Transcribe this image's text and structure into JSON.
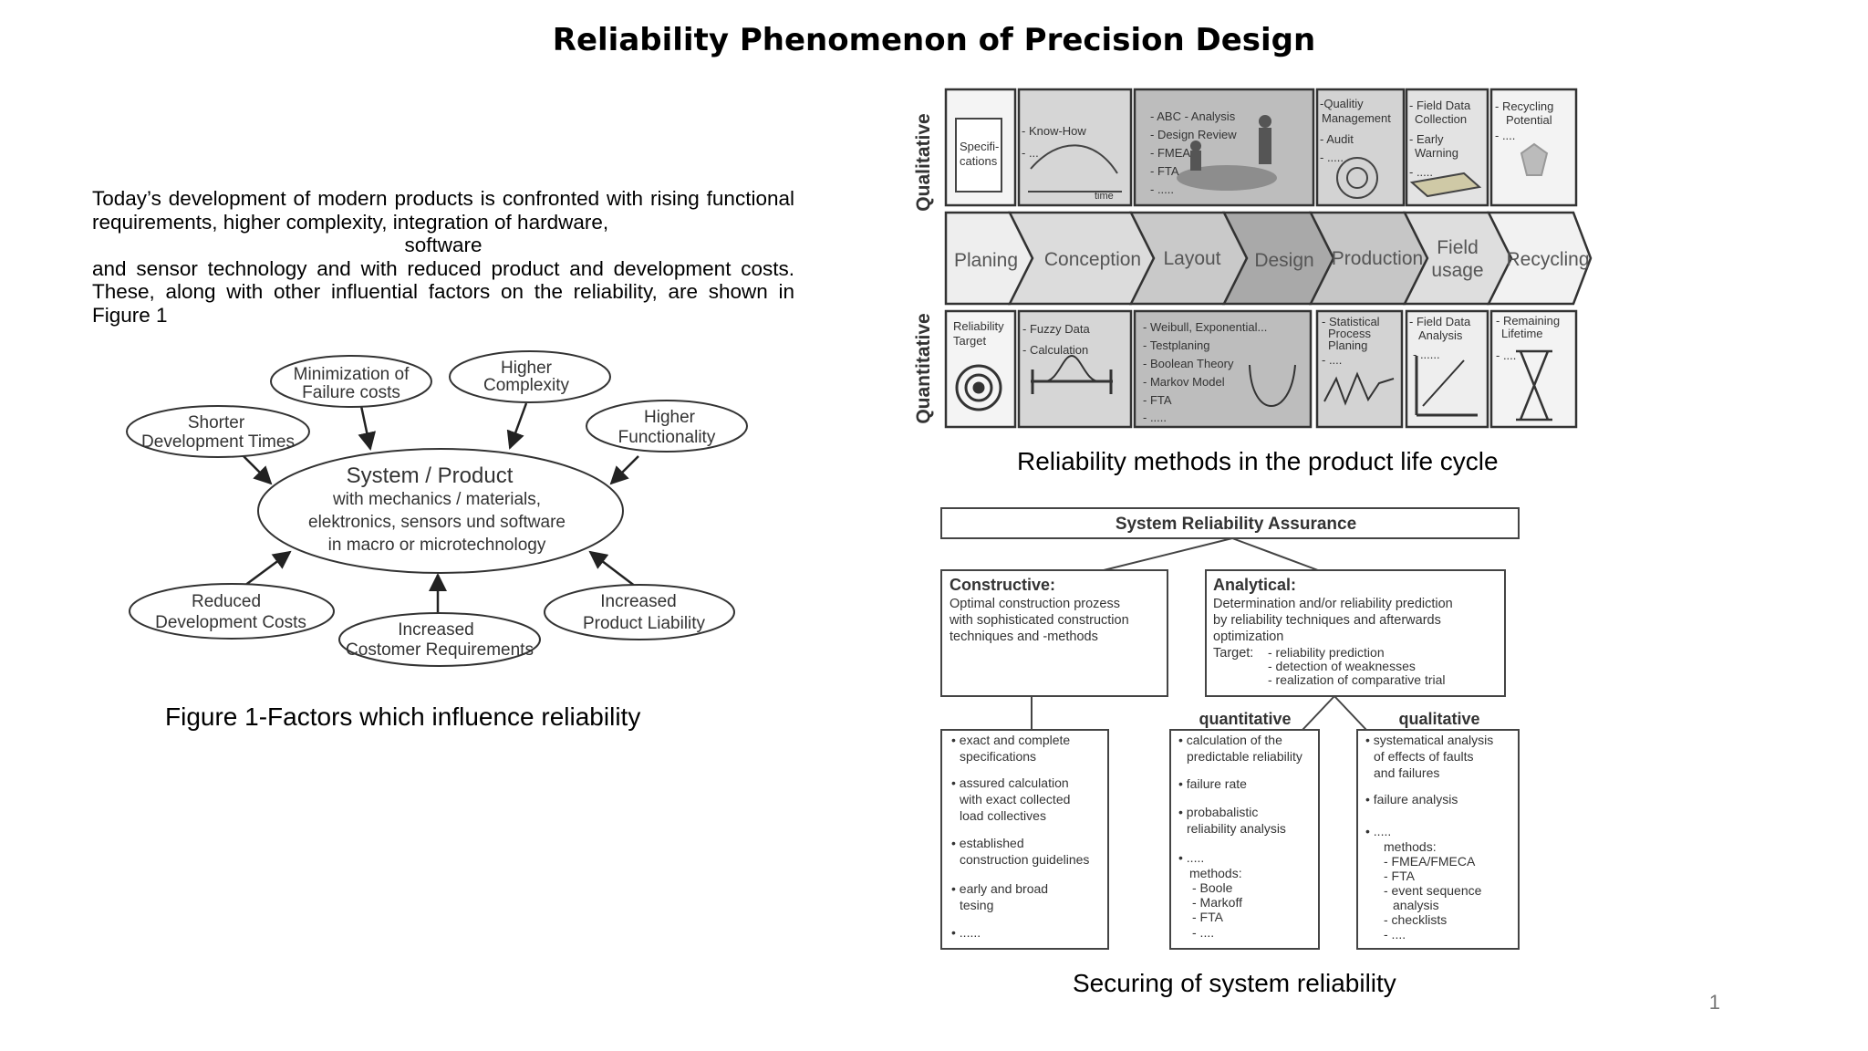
{
  "title": "Reliability Phenomenon of Precision Design",
  "intro": {
    "line1": "Today’s development of modern products is confronted with rising functional requirements, higher complexity, integration of hardware,",
    "line2": "software",
    "line3": "and sensor technology and with reduced product and development costs. These, along with other influential factors on the reliability, are shown in Figure 1"
  },
  "figure1": {
    "caption": "Figure 1-Factors which influence reliability",
    "center": [
      "System / Product",
      "with mechanics / materials,",
      "elektronics, sensors und software",
      "in macro or microtechnology"
    ],
    "factors": [
      [
        "Minimization of",
        "Failure costs"
      ],
      [
        "Higher",
        "Complexity"
      ],
      [
        "Shorter",
        "Development Times"
      ],
      [
        "Higher",
        "Functionality"
      ],
      [
        "Reduced",
        "Development Costs"
      ],
      [
        "Increased",
        "Costomer Requirements"
      ],
      [
        "Increased",
        "Product Liability"
      ]
    ]
  },
  "lifecycle": {
    "caption": "Reliability methods in the product life cycle",
    "qualitative_label": "Qualitative",
    "quantitative_label": "Quantitative",
    "phases": [
      "Planing",
      "Conception",
      "Layout",
      "Design",
      "Production",
      "Field usage",
      "Recycling"
    ],
    "qualitative": [
      [
        "Specifi-",
        "cations"
      ],
      [
        "- Know-How",
        "- ...",
        "time"
      ],
      [
        "- ABC - Analysis",
        "- Design Review",
        "- FMEA",
        "- FTA",
        "- ....."
      ],
      [
        "-Qualitiy",
        "Management",
        "- Audit",
        "- ....."
      ],
      [
        "- Field Data",
        "Collection",
        "- Early",
        "Warning",
        "- ....."
      ],
      [
        "- Recycling",
        "Potential",
        "- ...."
      ]
    ],
    "quantitative": [
      [
        "Reliability",
        "Target"
      ],
      [
        "- Fuzzy Data",
        "- Calculation"
      ],
      [
        "- Weibull, Exponential...",
        "- Testplaning",
        "- Boolean Theory",
        "- Markov Model",
        "- FTA",
        "- ....."
      ],
      [
        "- Statistical",
        "Process",
        "Planing",
        "- ...."
      ],
      [
        "- Field Data",
        "Analysis",
        "- ......"
      ],
      [
        "- Remaining",
        "Lifetime",
        "- ...."
      ]
    ]
  },
  "assurance": {
    "caption": "Securing of system reliability",
    "header": "System Reliability Assurance",
    "constructive": {
      "title": "Constructive:",
      "lines": [
        "Optimal construction prozess",
        "with sophisticated construction",
        "techniques and -methods"
      ]
    },
    "analytical": {
      "title": "Analytical:",
      "lines": [
        "Determination and/or reliability prediction",
        "by reliability techniques and afterwards",
        "optimization"
      ],
      "target_label": "Target:",
      "targets": [
        "- reliability prediction",
        "- detection of weaknesses",
        "- realization of comparative trial"
      ]
    },
    "quantitative_label": "quantitative",
    "qualitative_label": "qualitative",
    "col1": [
      "• exact and complete",
      "specifications",
      "• assured calculation",
      "with exact collected",
      "load collectives",
      "• established",
      "construction guidelines",
      "• early and broad",
      "tesing",
      "• ......"
    ],
    "col2": [
      "• calculation of the",
      "predictable reliability",
      "• failure rate",
      "• probabalistic",
      "reliability analysis",
      "• .....",
      "methods:",
      "- Boole",
      "- Markoff",
      "- FTA",
      "- ...."
    ],
    "col3": [
      "• systematical analysis",
      "of effects of faults",
      "and failures",
      "• failure analysis",
      "• .....",
      "methods:",
      "- FMEA/FMECA",
      "- FTA",
      "- event sequence",
      "analysis",
      "- checklists",
      "- ...."
    ]
  },
  "page_number": "1"
}
